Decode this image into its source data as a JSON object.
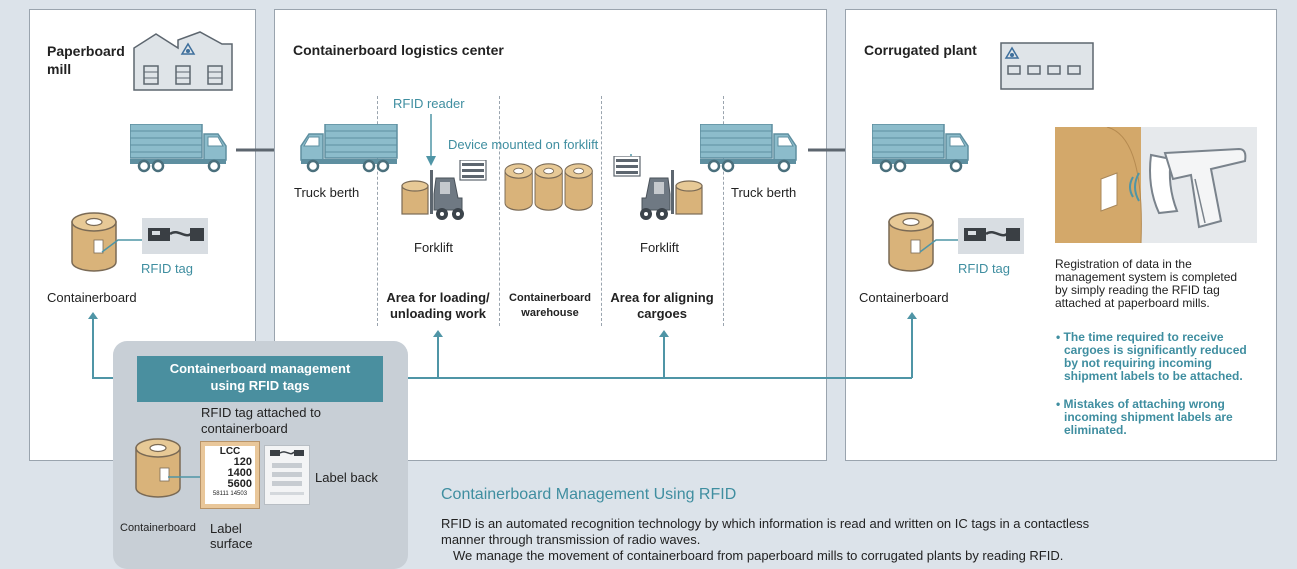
{
  "paperboard_mill": {
    "title_line1": "Paperboard",
    "title_line2": "mill",
    "rfid_tag_label": "RFID tag",
    "containerboard_label": "Containerboard"
  },
  "logistics_center": {
    "title": "Containerboard logistics center",
    "rfid_reader_label": "RFID reader",
    "device_label": "Device mounted on forklift",
    "truck_berth_left": "Truck berth",
    "truck_berth_right": "Truck berth",
    "forklift_left": "Forklift",
    "forklift_right": "Forklift",
    "area_loading_line1": "Area for loading/",
    "area_loading_line2": "unloading work",
    "warehouse_line1": "Containerboard",
    "warehouse_line2": "warehouse",
    "area_aligning_line1": "Area for aligning",
    "area_aligning_line2": "cargoes"
  },
  "corrugated_plant": {
    "title": "Corrugated plant",
    "rfid_tag_label": "RFID tag",
    "containerboard_label": "Containerboard",
    "description": [
      "Registration of data in the",
      "management system is completed",
      "by simply reading the RFID tag",
      "attached at paperboard mills."
    ],
    "bullet1": [
      "• The time required to receive",
      "cargoes is significantly reduced",
      "by not requiring incoming",
      "shipment labels to be attached."
    ],
    "bullet2": [
      "• Mistakes of attaching wrong",
      "incoming shipment labels are",
      "eliminated."
    ]
  },
  "management": {
    "banner_line1": "Containerboard management",
    "banner_line2": "using RFID tags",
    "attached_line1": "RFID tag attached to",
    "attached_line2": "containerboard",
    "containerboard_label": "Containerboard",
    "label_surface_line1": "Label",
    "label_surface_line2": "surface",
    "label_back": "Label back",
    "label_text": "LCC",
    "label_num1": "120",
    "label_num2": "1400",
    "label_num3": "5600",
    "label_num4": "58111 14503"
  },
  "info": {
    "title": "Containerboard Management Using RFID",
    "body_line1": "RFID is an automated recognition technology by which information is read and written on IC tags in a contactless",
    "body_line2": "manner through transmission of radio waves.",
    "body_line3": "We manage the movement of containerboard from paperboard mills to corrugated plants by reading RFID."
  },
  "colors": {
    "background": "#dce3ea",
    "accent_teal": "#4a8f9f",
    "roll_tan": "#d9b37a",
    "truck_blue": "#7ab0c2"
  },
  "icons": [
    "mill-building-icon",
    "truck-icon",
    "containerboard-roll-icon",
    "rfid-tag-icon",
    "forklift-icon",
    "rfid-reader-gun-icon",
    "plant-building-icon"
  ]
}
